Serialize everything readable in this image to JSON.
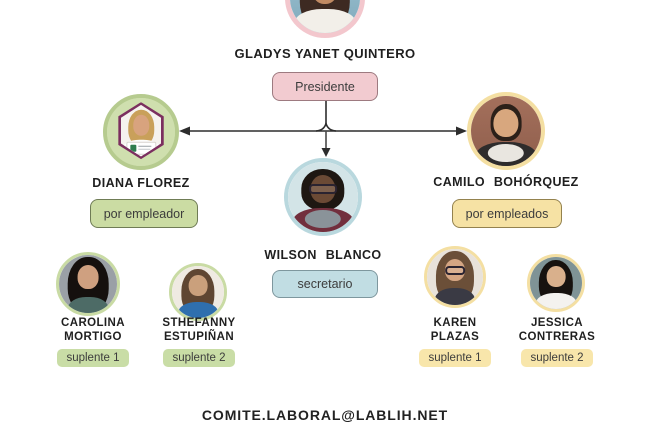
{
  "chart": {
    "president": {
      "name": "GLADYS YANET QUINTERO",
      "role_label": "Presidente"
    },
    "employer_representative": {
      "name": "DIANA FLOREZ",
      "role_label": "por empleador"
    },
    "secretary": {
      "name": "WILSON BLANCO",
      "role_label": "secretario"
    },
    "employees_representative": {
      "name": "CAMILO BOHÓRQUEZ",
      "role_label": "por empleados"
    },
    "employer_alternates": [
      {
        "first": "CAROLINA",
        "last": "MORTIGO",
        "badge": "suplente 1"
      },
      {
        "first": "STHEFANNY",
        "last": "ESTUPIÑAN",
        "badge": "suplente 2"
      }
    ],
    "employees_alternates": [
      {
        "first": "KAREN",
        "last": "PLAZAS",
        "badge": "suplente 1"
      },
      {
        "first": "JESSICA",
        "last": "CONTRERAS",
        "badge": "suplente 2"
      }
    ],
    "footer_email": "COMITE.LABORAL@LABLIH.NET",
    "colors": {
      "president_accent": "#f3c7cd",
      "president_badge_fill": "#f2cbd0",
      "president_badge_border": "#9d7a80",
      "employer_accent": "#c9dba4",
      "employer_badge_fill": "#cbdca3",
      "employer_badge_border": "#6f7c55",
      "secretary_accent": "#b9d8de",
      "secretary_badge_fill": "#c1dde3",
      "secretary_badge_border": "#7e979e",
      "employees_accent": "#f4dfa2",
      "employees_badge_fill": "#f6e2a4",
      "employees_badge_border": "#94824e",
      "hexagon_border": "#7b2f5f",
      "connector_line": "#2d2d2d",
      "name_text": "#1f1f1f",
      "background": "#ffffff"
    }
  }
}
